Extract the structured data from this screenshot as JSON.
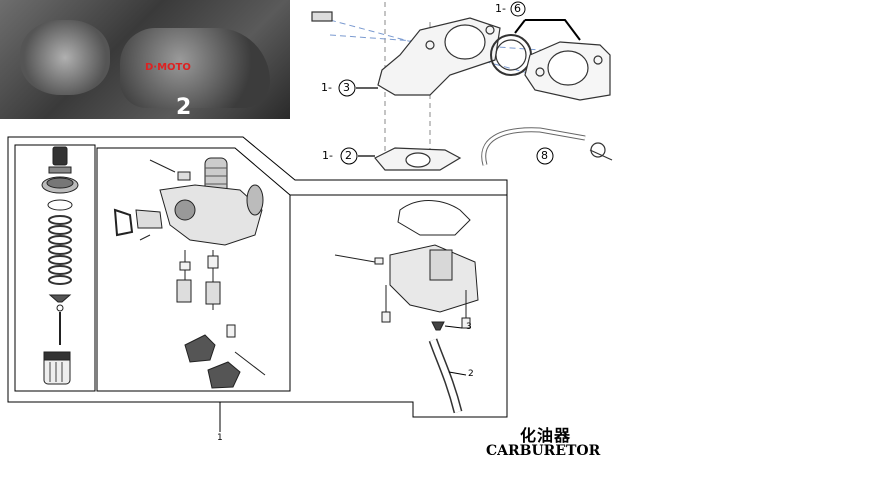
{
  "photo": {
    "badge": "D·MOTO",
    "number": "2"
  },
  "intake_callouts": [
    {
      "id": "c3",
      "prefix": "1-",
      "num": "3"
    },
    {
      "id": "c2",
      "prefix": "1-",
      "num": "2"
    },
    {
      "id": "c6",
      "prefix": "1-",
      "num": "6"
    },
    {
      "id": "c8",
      "num": "8"
    }
  ],
  "carb_callouts": {
    "item1": "1",
    "item2": "2",
    "item3": "3"
  },
  "title": {
    "cn": "化油器",
    "en": "CARBURETOR"
  }
}
